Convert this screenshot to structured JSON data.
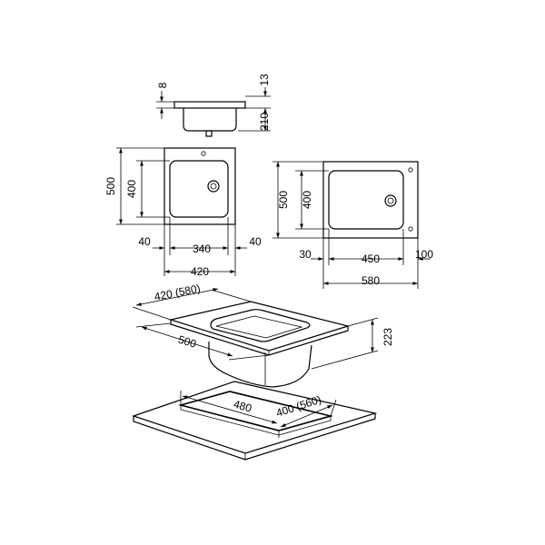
{
  "dimensions": {
    "side_rim": "8",
    "side_top": "13",
    "side_depth": "210",
    "a_height": "500",
    "a_bowl_height": "400",
    "a_left": "40",
    "a_bowl_width": "340",
    "a_right": "40",
    "a_width": "420",
    "b_height": "500",
    "b_bowl_height": "400",
    "b_left": "30",
    "b_bowl_width": "450",
    "b_right": "100",
    "b_width": "580",
    "iso_width": "420 (580)",
    "iso_depth": "500",
    "iso_height": "223",
    "cut_depth": "480",
    "cut_width": "400 (560)"
  }
}
